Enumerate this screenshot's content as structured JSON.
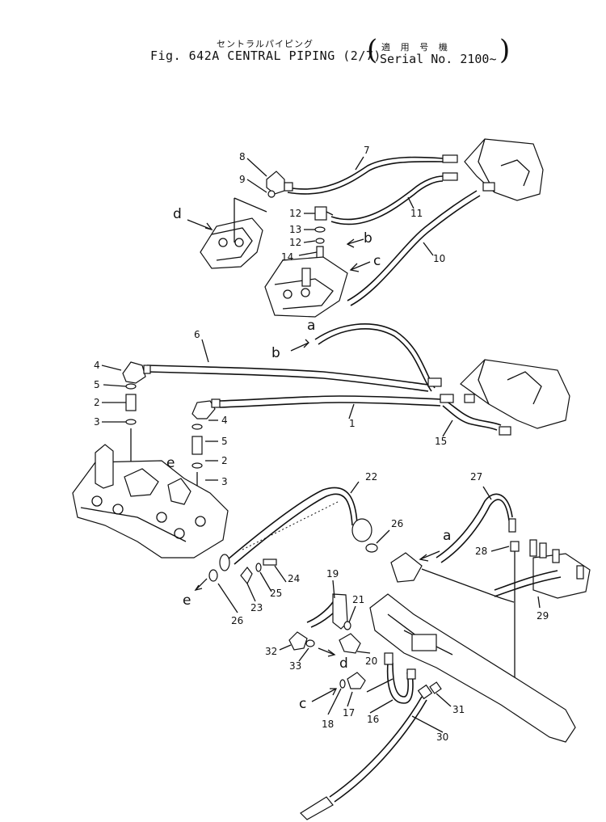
{
  "figure": {
    "title_jp": "セントラルパイピング",
    "title": "Fig. 642A CENTRAL PIPING (2/7)",
    "serial_jp": "適 用 号 機",
    "serial": "Serial No. 2100~"
  },
  "callouts": [
    "1",
    "2",
    "3",
    "4",
    "5",
    "6",
    "7",
    "8",
    "9",
    "10",
    "11",
    "12",
    "13",
    "14",
    "15",
    "16",
    "17",
    "18",
    "19",
    "20",
    "21",
    "22",
    "23",
    "24",
    "25",
    "26",
    "27",
    "28",
    "29",
    "30",
    "31",
    "32",
    "33"
  ],
  "connection_letters": [
    "a",
    "b",
    "c",
    "d",
    "e"
  ]
}
